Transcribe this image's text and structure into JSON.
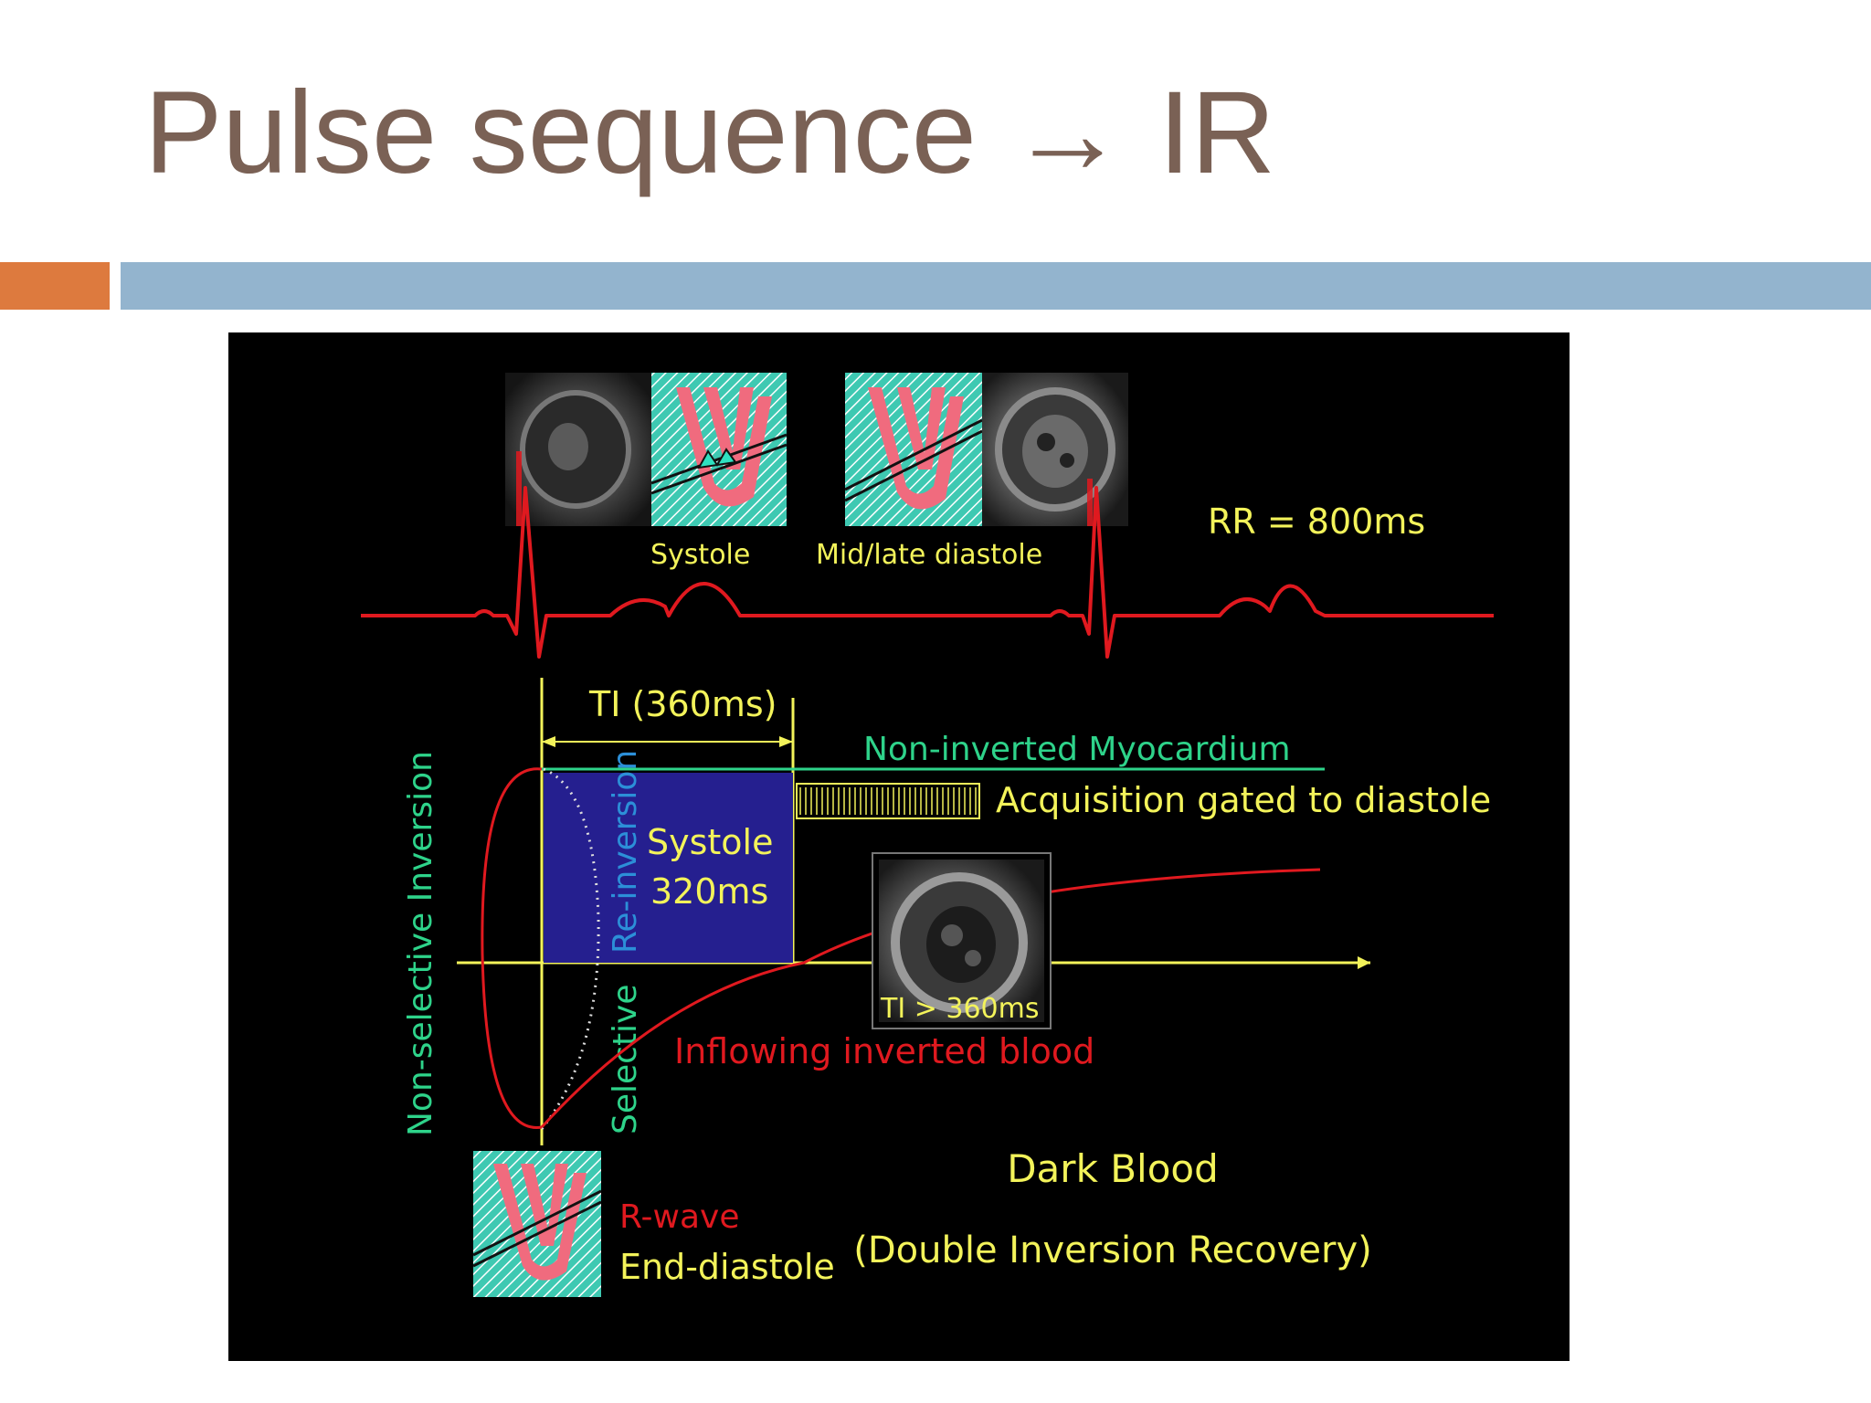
{
  "slide": {
    "title": "Pulse sequence → IR"
  },
  "colors": {
    "title": "#7a6155",
    "accent_orange": "#dd7a3e",
    "accent_blue": "#93b4ce",
    "diagram_bg": "#000000",
    "ecg_red": "#e0191f",
    "label_yellow": "#f3f35a",
    "label_green": "#2ed38a",
    "label_blue": "#2c8fd8",
    "systole_box": "#251f8f",
    "tissue_teal": "#3ec9b2",
    "tissue_pink": "#f06b7e"
  },
  "diagram": {
    "rr_label": "RR = 800ms",
    "systole_caption": "Systole",
    "diastole_caption": "Mid/late diastole",
    "ti_label": "TI (360ms)",
    "non_inverted_label": "Non-inverted Myocardium",
    "acquisition_label": "Acquisition gated to diastole",
    "systole_box_line1": "Systole",
    "systole_box_line2": "320ms",
    "non_selective_label": "Non-selective Inversion",
    "selective_label": "Selective",
    "reinversion_label": "Re-inversion",
    "ti_gt_label": "TI > 360ms",
    "inflowing_label": "Inflowing inverted blood",
    "rwave_label": "R-wave",
    "end_diastole_label": "End-diastole",
    "dark_blood_label": "Dark Blood",
    "dir_label": "(Double Inversion Recovery)"
  }
}
